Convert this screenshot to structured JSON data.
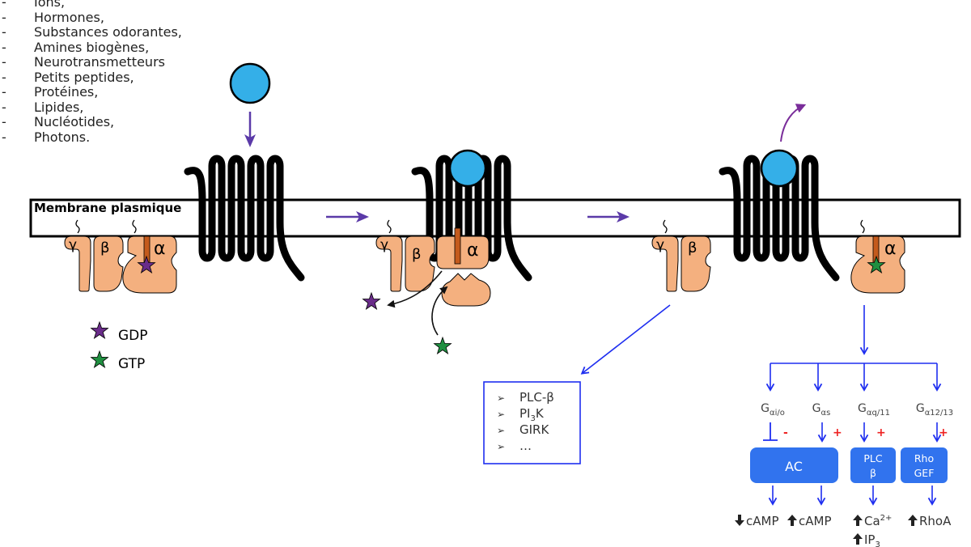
{
  "ligands": [
    "Ions,",
    "Hormones,",
    "Substances odorantes,",
    "Amines biogènes,",
    "Neurotransmetteurs",
    "Petits peptides,",
    "Protéines,",
    "Lipides,",
    "Nucléotides,",
    "Photons."
  ],
  "ligand_bullet": "-",
  "membrane_label": "Membrane plasmique",
  "subunits": {
    "alpha": "α",
    "beta": "β",
    "gamma": "γ"
  },
  "legend": {
    "gdp": "GDP",
    "gtp": "GTP"
  },
  "effectors_box": [
    {
      "main": "PLC-β",
      "sub": "",
      "tail": ""
    },
    {
      "main": "PI",
      "sub": "3",
      "tail": "K"
    },
    {
      "main": "GIRK",
      "sub": "",
      "tail": ""
    },
    {
      "main": "…",
      "sub": "",
      "tail": ""
    }
  ],
  "box_bullet": "➢",
  "g_types": [
    {
      "base": "G",
      "sub": "αi/o",
      "sign": "-"
    },
    {
      "base": "G",
      "sub": "αs",
      "sign": "+"
    },
    {
      "base": "G",
      "sub": "αq/11",
      "sign": "+"
    },
    {
      "base": "G",
      "sub": "α12/13",
      "sign": "+"
    }
  ],
  "enzymes": {
    "ac": "AC",
    "plc": [
      "PLC",
      "β"
    ],
    "rho": [
      "Rho",
      "GEF"
    ]
  },
  "outcomes": [
    {
      "text": "cAMP",
      "dir": "down"
    },
    {
      "text": "cAMP",
      "dir": "up"
    },
    {
      "text": "Ca",
      "sup": "2+",
      "dir": "up"
    },
    {
      "text": "IP",
      "sub": "3",
      "dir": "up"
    },
    {
      "text": "RhoA",
      "dir": "up"
    }
  ],
  "colors": {
    "ligand": "#34afe8",
    "flow_arrow": "#5b3aa8",
    "blue_arrow": "#1e2ef0",
    "enzyme_box": "#3173ee",
    "subunit": "#f4b07f",
    "gdp_star": "#6a2c8a",
    "gtp_star": "#1f8f40",
    "minus_plus": "#ee2222"
  }
}
